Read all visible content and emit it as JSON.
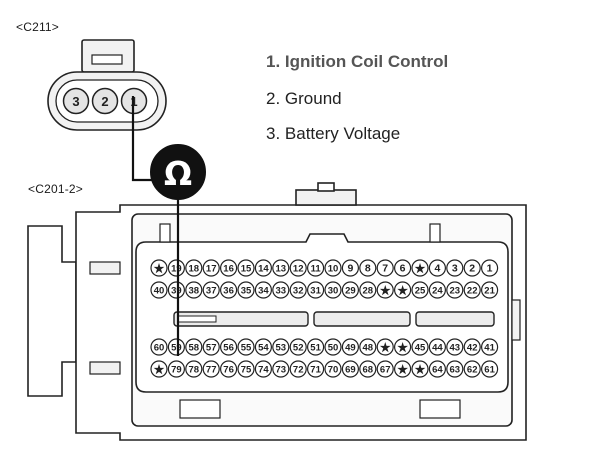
{
  "connector_top": {
    "name": "<C211>",
    "pins": [
      "3",
      "2",
      "1"
    ]
  },
  "connector_main": {
    "name": "<C201-2>",
    "rows": [
      [
        "★",
        "19",
        "18",
        "17",
        "16",
        "15",
        "14",
        "13",
        "12",
        "11",
        "10",
        "9",
        "8",
        "7",
        "6",
        "★",
        "4",
        "3",
        "2",
        "1"
      ],
      [
        "40",
        "39",
        "38",
        "37",
        "36",
        "35",
        "34",
        "33",
        "32",
        "31",
        "30",
        "29",
        "28",
        "★",
        "★",
        "25",
        "24",
        "23",
        "22",
        "21"
      ],
      [
        "60",
        "59",
        "58",
        "57",
        "56",
        "55",
        "54",
        "53",
        "52",
        "51",
        "50",
        "49",
        "48",
        "★",
        "★",
        "45",
        "44",
        "43",
        "42",
        "41"
      ],
      [
        "★",
        "79",
        "78",
        "77",
        "76",
        "75",
        "74",
        "73",
        "72",
        "71",
        "70",
        "69",
        "68",
        "67",
        "★",
        "★",
        "64",
        "63",
        "62",
        "61"
      ]
    ]
  },
  "meter_symbol": "Ω",
  "legend": [
    "1. Ignition Coil Control",
    "2. Ground",
    "3. Battery Voltage"
  ],
  "colors": {
    "line": "#222222",
    "pin_fill": "#e4e4e4",
    "connector_fill": "#f2f2f2",
    "meter_fill": "#111111",
    "highlight_text": "#555555"
  }
}
